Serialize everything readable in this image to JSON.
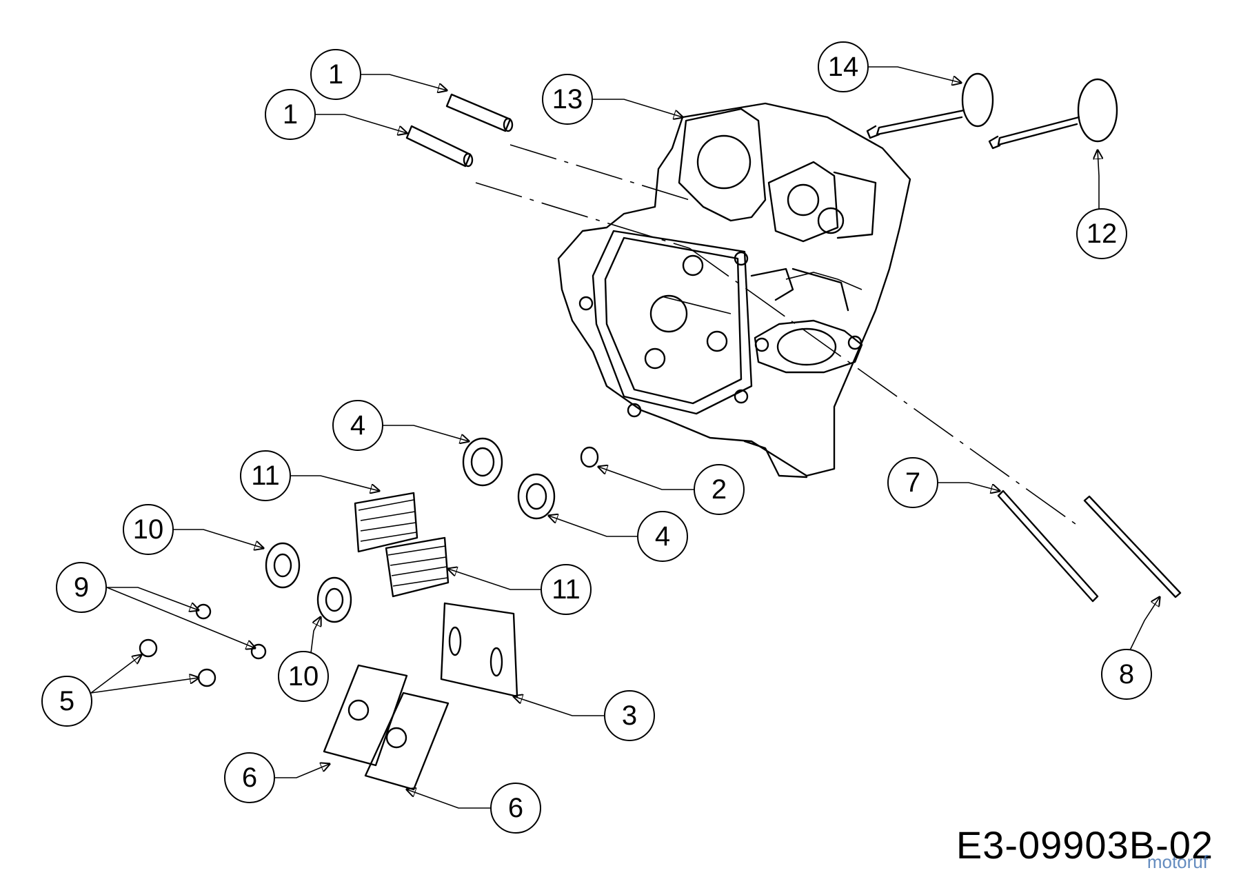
{
  "callouts": [
    {
      "id": "c1a",
      "label": "1"
    },
    {
      "id": "c1b",
      "label": "1"
    },
    {
      "id": "c13",
      "label": "13"
    },
    {
      "id": "c14",
      "label": "14"
    },
    {
      "id": "c12",
      "label": "12"
    },
    {
      "id": "c4a",
      "label": "4"
    },
    {
      "id": "c2",
      "label": "2"
    },
    {
      "id": "c11a",
      "label": "11"
    },
    {
      "id": "c4b",
      "label": "4"
    },
    {
      "id": "c10a",
      "label": "10"
    },
    {
      "id": "c7",
      "label": "7"
    },
    {
      "id": "c11b",
      "label": "11"
    },
    {
      "id": "c9",
      "label": "9"
    },
    {
      "id": "c10b",
      "label": "10"
    },
    {
      "id": "c8",
      "label": "8"
    },
    {
      "id": "c5",
      "label": "5"
    },
    {
      "id": "c3",
      "label": "3"
    },
    {
      "id": "c6a",
      "label": "6"
    },
    {
      "id": "c6b",
      "label": "6"
    }
  ],
  "drawing_code": "E3-09903B-02",
  "watermark": "motoruf"
}
